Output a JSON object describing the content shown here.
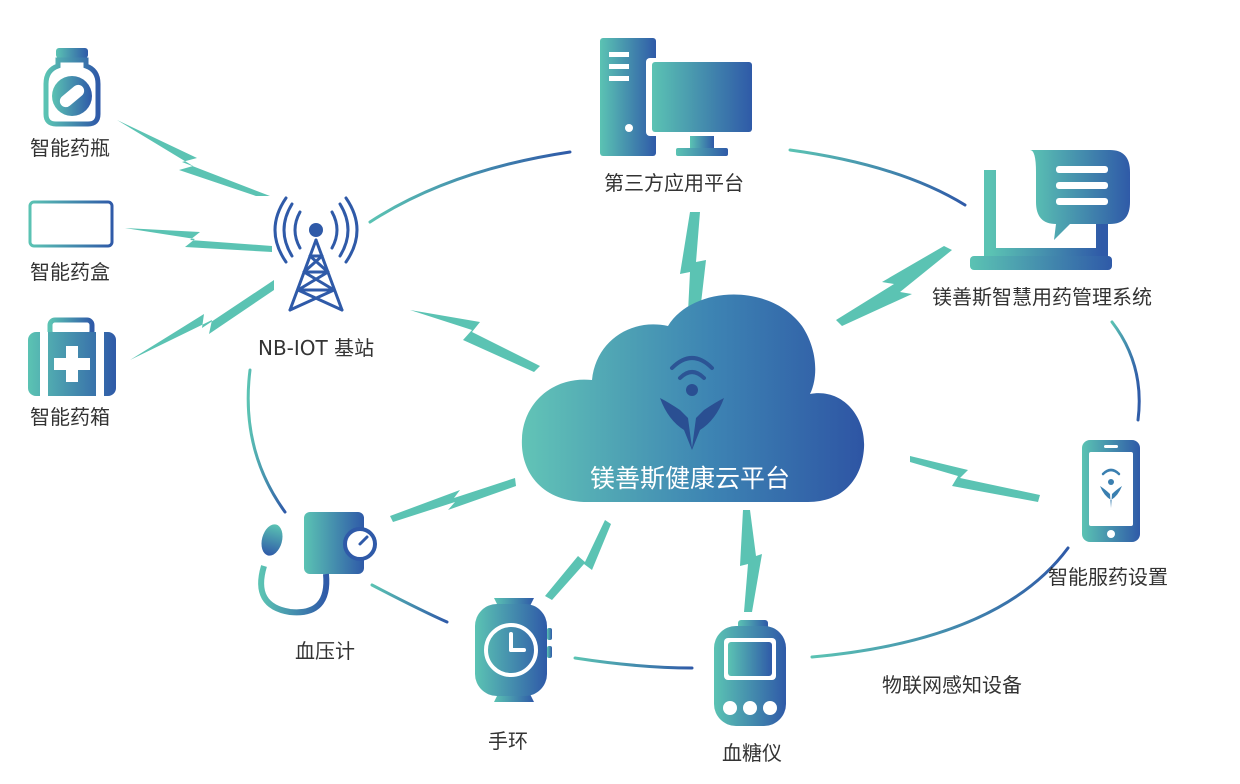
{
  "cloud": {
    "title": "镁善斯健康云平台"
  },
  "base_station": {
    "label": "NB-IOT 基站"
  },
  "devices": {
    "bottle": "智能药瓶",
    "box": "智能药盒",
    "kit": "智能药箱",
    "third_party": "第三方应用平台",
    "management": "镁善斯智慧用药管理系统",
    "phone_setting": "智能服药设置",
    "blood_pressure": "血压计",
    "wristband": "手环",
    "glucometer": "血糖仪"
  },
  "group_label": "物联网感知设备",
  "colors": {
    "teal": "#5bc3b3",
    "blue": "#2f5aa8",
    "text": "#333333"
  }
}
